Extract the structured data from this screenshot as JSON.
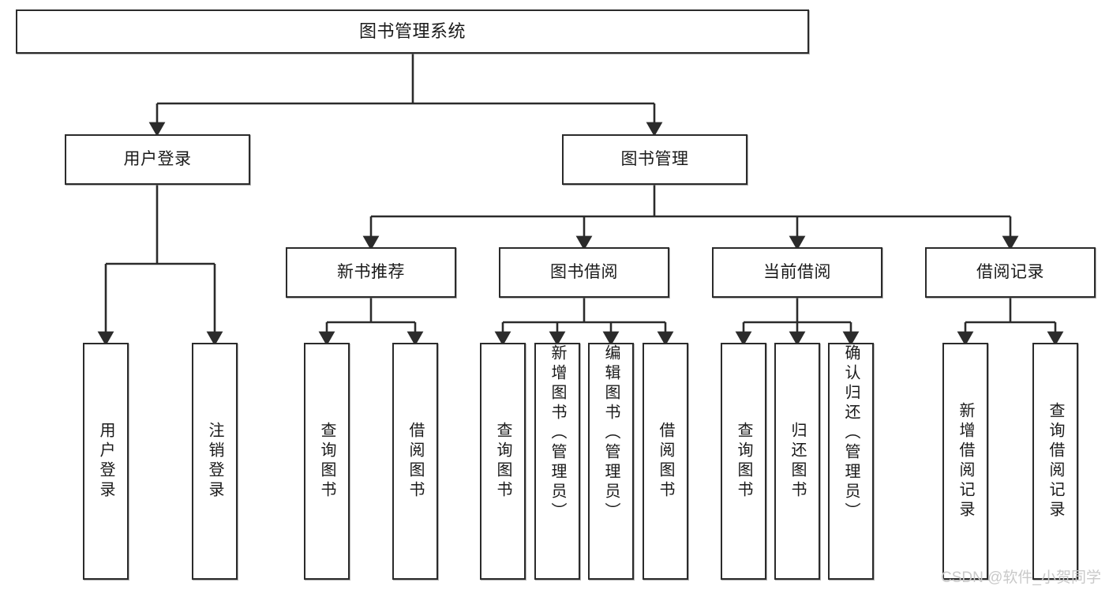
{
  "diagram": {
    "type": "tree-hierarchy-flowchart",
    "title": "图书管理系统",
    "watermark": "CSDN @软件_小贺同学",
    "colors": {
      "box_border": "#2b2b2b",
      "box_fill": "#ffffff",
      "connector": "#2b2b2b",
      "text": "#1a1a1a",
      "watermark": "#c9c9c9"
    },
    "levels": [
      {
        "level": 0,
        "nodes": [
          {
            "id": "root",
            "label": "图书管理系统",
            "orientation": "horizontal"
          }
        ]
      },
      {
        "level": 1,
        "nodes": [
          {
            "id": "user-login",
            "label": "用户登录",
            "orientation": "horizontal"
          },
          {
            "id": "book-manage",
            "label": "图书管理",
            "orientation": "horizontal"
          }
        ]
      },
      {
        "level": 2,
        "nodes": [
          {
            "id": "new-book-rec",
            "label": "新书推荐",
            "orientation": "horizontal"
          },
          {
            "id": "book-borrow",
            "label": "图书借阅",
            "orientation": "horizontal"
          },
          {
            "id": "current-borrow",
            "label": "当前借阅",
            "orientation": "horizontal"
          },
          {
            "id": "borrow-record",
            "label": "借阅记录",
            "orientation": "horizontal"
          }
        ]
      },
      {
        "level": 3,
        "nodes": [
          {
            "id": "leaf-user-login",
            "label": "用户登录",
            "orientation": "vertical",
            "parent": "user-login"
          },
          {
            "id": "leaf-logout-login",
            "label": "注销登录",
            "orientation": "vertical",
            "parent": "user-login"
          },
          {
            "id": "leaf-query-book-1",
            "label": "查询图书",
            "orientation": "vertical",
            "parent": "new-book-rec"
          },
          {
            "id": "leaf-borrow-book-1",
            "label": "借阅图书",
            "orientation": "vertical",
            "parent": "new-book-rec"
          },
          {
            "id": "leaf-query-book-2",
            "label": "查询图书",
            "orientation": "vertical",
            "parent": "book-borrow"
          },
          {
            "id": "leaf-add-book-admin",
            "label": "新增图书（管理员）",
            "orientation": "vertical",
            "parent": "book-borrow"
          },
          {
            "id": "leaf-edit-book-admin",
            "label": "编辑图书（管理员）",
            "orientation": "vertical",
            "parent": "book-borrow"
          },
          {
            "id": "leaf-borrow-book-2",
            "label": "借阅图书",
            "orientation": "vertical",
            "parent": "book-borrow"
          },
          {
            "id": "leaf-query-book-3",
            "label": "查询图书",
            "orientation": "vertical",
            "parent": "current-borrow"
          },
          {
            "id": "leaf-return-book",
            "label": "归还图书",
            "orientation": "vertical",
            "parent": "current-borrow"
          },
          {
            "id": "leaf-confirm-return-admin",
            "label": "确认归还（管理员）",
            "orientation": "vertical",
            "parent": "current-borrow"
          },
          {
            "id": "leaf-add-borrow-record",
            "label": "新增借阅记录",
            "orientation": "vertical",
            "parent": "borrow-record"
          },
          {
            "id": "leaf-query-borrow-record",
            "label": "查询借阅记录",
            "orientation": "vertical",
            "parent": "borrow-record"
          }
        ]
      }
    ]
  }
}
